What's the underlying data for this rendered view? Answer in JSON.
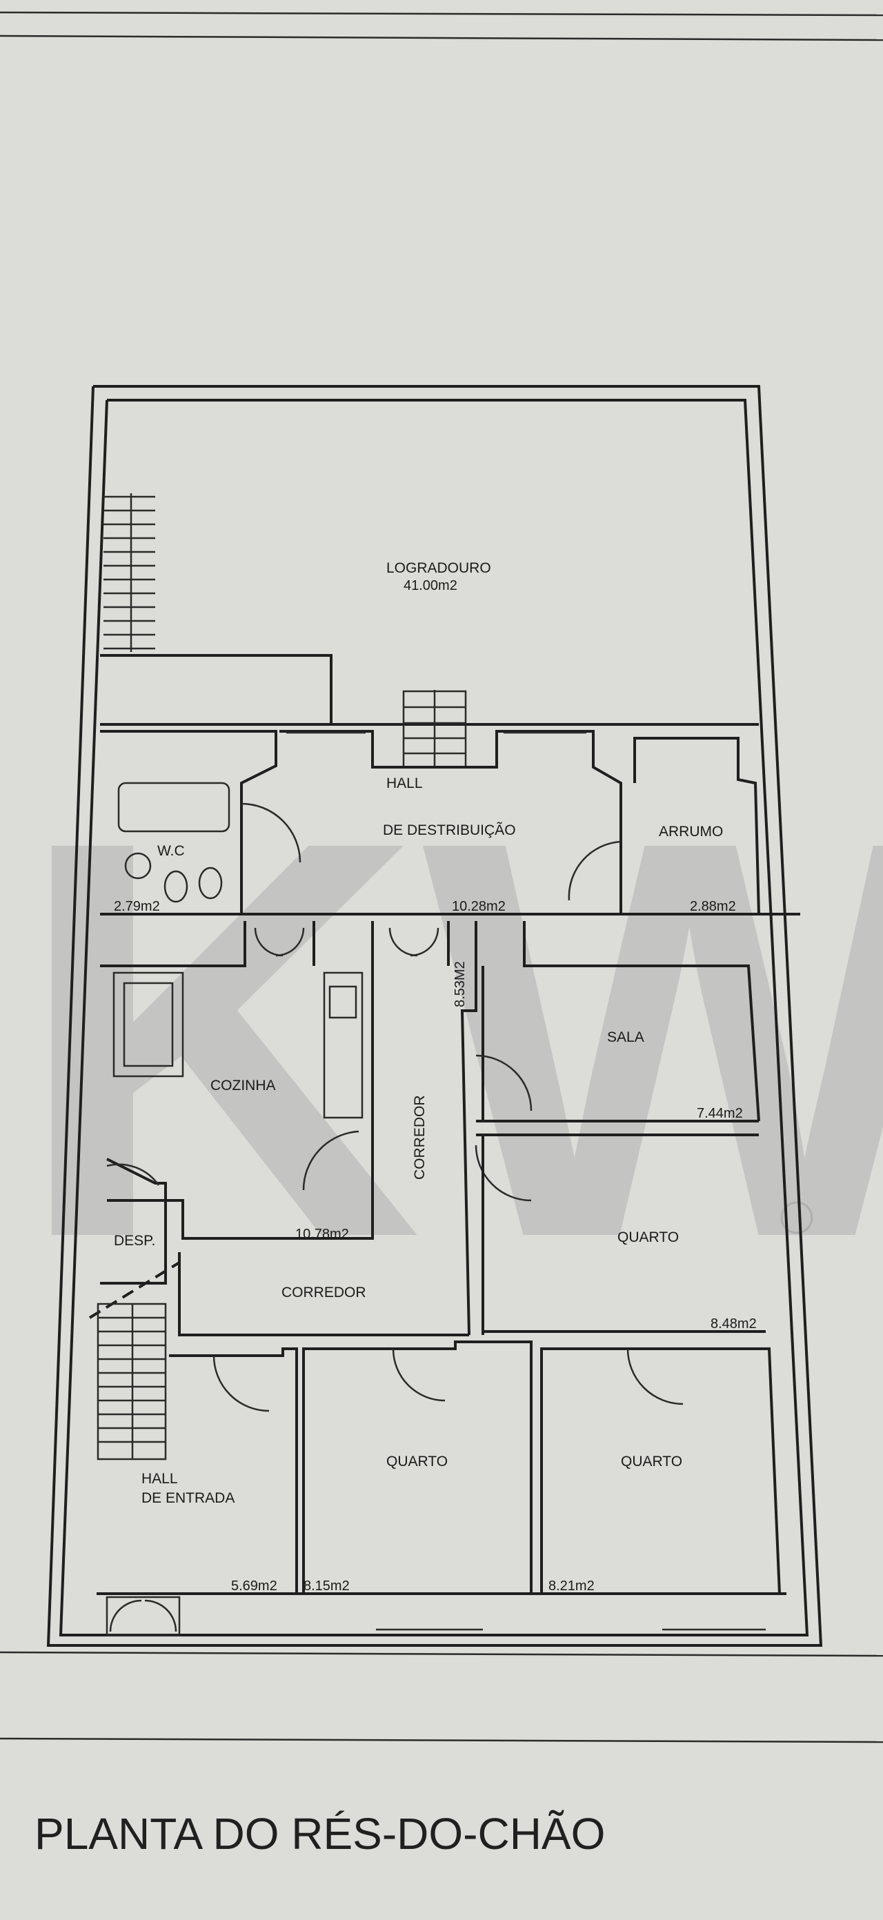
{
  "title": "PLANTA DO RÉS-DO-CHÃO",
  "watermark": "KW",
  "rooms": {
    "logradouro": {
      "name": "LOGRADOURO",
      "area": "41.00m2"
    },
    "hall_distribuicao": {
      "name_1": "HALL",
      "name_2": "DE DESTRIBUIÇÃO",
      "area": "10.28m2"
    },
    "wc": {
      "name": "W.C",
      "area": "2.79m2"
    },
    "arrumo": {
      "name": "ARRUMO",
      "area": "2.88m2"
    },
    "cozinha": {
      "name": "COZINHA",
      "area": "10.78m2"
    },
    "corredor_vertical": {
      "name": "CORREDOR",
      "area": "8.53M2"
    },
    "sala": {
      "name": "SALA",
      "area": "7.44m2"
    },
    "desp": {
      "name": "DESP."
    },
    "quarto_right": {
      "name": "QUARTO",
      "area": "8.48m2"
    },
    "corredor_horizontal": {
      "name": "CORREDOR"
    },
    "hall_entrada": {
      "name_1": "HALL",
      "name_2": "DE ENTRADA",
      "area": "5.69m2"
    },
    "quarto_mid": {
      "name": "QUARTO",
      "area": "8.15m2"
    },
    "quarto_bottom_right": {
      "name": "QUARTO",
      "area": "8.21m2"
    }
  }
}
